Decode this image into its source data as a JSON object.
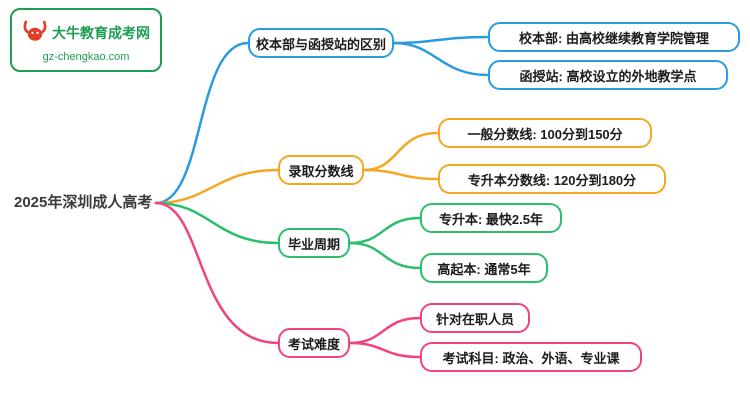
{
  "logo": {
    "title": "大牛教育成考网",
    "domain": "gz-chengkao.com",
    "brand_color": "#1d9e50",
    "bull_color": "#e23d28"
  },
  "root": {
    "label": "2025年深圳成人高考"
  },
  "branches": [
    {
      "label": "校本部与函授站的区别",
      "color": "#2b9be0",
      "children": [
        "校本部: 由高校继续教育学院管理",
        "函授站: 高校设立的外地教学点"
      ]
    },
    {
      "label": "录取分数线",
      "color": "#f5a623",
      "children": [
        "一般分数线: 100分到150分",
        "专升本分数线: 120分到180分"
      ]
    },
    {
      "label": "毕业周期",
      "color": "#2bbe6c",
      "children": [
        "专升本: 最快2.5年",
        "高起本: 通常5年"
      ]
    },
    {
      "label": "考试难度",
      "color": "#f0437f",
      "children": [
        "针对在职人员",
        "考试科目: 政治、外语、专业课"
      ]
    }
  ]
}
